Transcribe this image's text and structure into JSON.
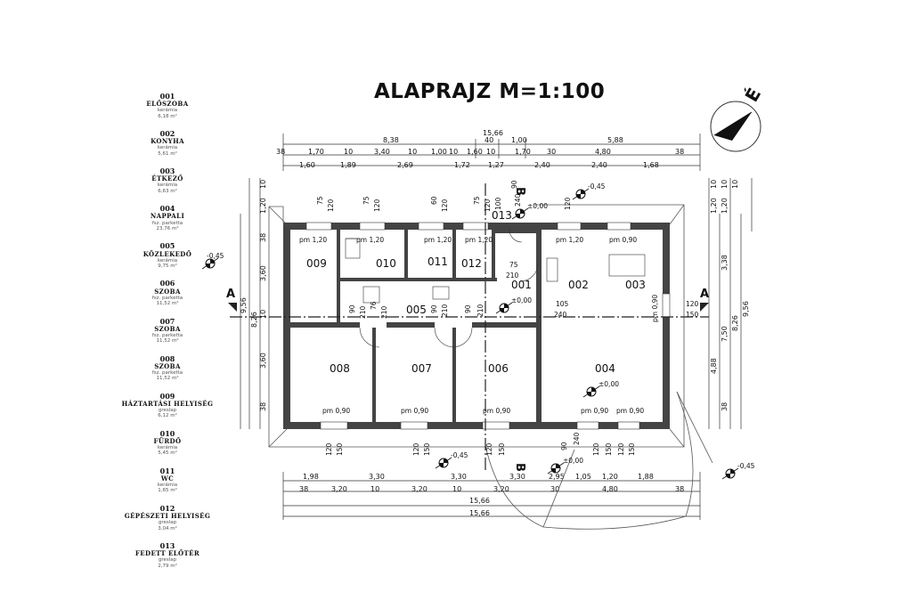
{
  "title": "ALAPRAJZ M=1:100",
  "north_label": "É",
  "section_labels": {
    "a": "A",
    "b": "B"
  },
  "legend": [
    {
      "num": "001",
      "name": "ELŐSZOBA",
      "floor": "kerámia",
      "area": "6,18 m²"
    },
    {
      "num": "002",
      "name": "KONYHA",
      "floor": "kerámia",
      "area": "5,61 m²"
    },
    {
      "num": "003",
      "name": "ÉTKEZŐ",
      "floor": "kerámia",
      "area": "6,63 m²"
    },
    {
      "num": "004",
      "name": "NAPPALI",
      "floor": "fsz. parketta",
      "area": "23,76 m²"
    },
    {
      "num": "005",
      "name": "KÖZLEKEDŐ",
      "floor": "kerámia",
      "area": "9,75 m²"
    },
    {
      "num": "006",
      "name": "SZOBA",
      "floor": "fsz. parketta",
      "area": "11,52 m²"
    },
    {
      "num": "007",
      "name": "SZOBA",
      "floor": "fsz. parketta",
      "area": "11,52 m²"
    },
    {
      "num": "008",
      "name": "SZOBA",
      "floor": "fsz. parketta",
      "area": "11,52 m²"
    },
    {
      "num": "009",
      "name": "HÁZTARTÁSI HELYISÉG",
      "floor": "greslap",
      "area": "6,12 m²"
    },
    {
      "num": "010",
      "name": "FÜRDŐ",
      "floor": "kerámia",
      "area": "5,45 m²"
    },
    {
      "num": "011",
      "name": "WC",
      "floor": "kerámia",
      "area": "1,65 m²"
    },
    {
      "num": "012",
      "name": "GÉPÉSZETI HELYISÉG",
      "floor": "greslap",
      "area": "3,04 m²"
    },
    {
      "num": "013",
      "name": "FEDETT ELŐTÉR",
      "floor": "greslap",
      "area": "2,79 m²"
    }
  ],
  "rooms": {
    "r001": "001",
    "r002": "002",
    "r003": "003",
    "r004": "004",
    "r005": "005",
    "r006": "006",
    "r007": "007",
    "r008": "008",
    "r009": "009",
    "r010": "010",
    "r011": "011",
    "r012": "012",
    "r013": "013"
  },
  "top_dims": {
    "total": "15,66",
    "row1": [
      "8,38",
      "40",
      "1,00",
      "5,88"
    ],
    "row2": [
      "38",
      "1,70",
      "10",
      "3,40",
      "10",
      "1,00",
      "10",
      "1,60",
      "10",
      "1,70",
      "30",
      "4,80",
      "38"
    ],
    "row3": [
      "1,60",
      "1,89",
      "2,69",
      "1,72",
      "1,27",
      "2,40",
      "2,40",
      "1,68"
    ]
  },
  "bottom_dims": {
    "row1": [
      "1,98",
      "3,30",
      "3,30",
      "3,30",
      "2,95",
      "1,05",
      "1,20",
      "1,88"
    ],
    "row2": [
      "38",
      "3,20",
      "10",
      "3,20",
      "10",
      "3,20",
      "30",
      "4,80",
      "38"
    ],
    "total1": "15,66",
    "total2": "15,66"
  },
  "left_dims": {
    "col_a": [
      "10",
      "1,20",
      "38",
      "3,60",
      "10",
      "3,60",
      "38"
    ],
    "col_b": "8,26",
    "col_c": "9,56"
  },
  "right_dims": {
    "col_a": [
      "10",
      "1,20",
      "10"
    ],
    "col_b": [
      "3,38",
      "7,50",
      "4,88",
      "38"
    ],
    "col_c": "8,26",
    "col_d": "9,56",
    "col_e": [
      "1,20",
      "10"
    ]
  },
  "levels": {
    "lvl_left": "-0,45",
    "lvl_top": "-0,45",
    "lvl_013": "±0,00",
    "lvl_005": "±0,00",
    "lvl_004": "±0,00",
    "lvl_bottom_mid": "-0,45",
    "lvl_bottom_center": "±0,00",
    "lvl_bottom_right": "-0,45"
  },
  "openings": {
    "pm009": "pm 1,20",
    "pm010": "pm 1,20",
    "pm011": "pm 1,20",
    "pm012": "pm 1,20",
    "pm002": "pm 1,20",
    "pm003": "pm 0,90",
    "pm008": "pm 0,90",
    "pm007": "pm 0,90",
    "pm006": "pm 0,90",
    "pm004a": "pm 0,90",
    "pm004b": "pm 0,90",
    "pm004c": "pm 0,90"
  },
  "door_dims": {
    "d75a": "75",
    "d120a": "120",
    "d75b": "75",
    "d120b": "120",
    "d60": "60",
    "d120c": "120",
    "d75c": "75",
    "d120d": "120",
    "d100": "100",
    "d240": "240",
    "d90": "90",
    "d120e": "120",
    "d75_001": "75",
    "d210_001": "210",
    "d105": "105",
    "d240b": "240",
    "d90v": "90",
    "d210v": "210",
    "d76": "76",
    "d210v2": "210",
    "d90v2": "90",
    "d210v3": "210",
    "d90v3": "90",
    "d210v4": "210",
    "d120r": "120",
    "d150r": "150",
    "b120a": "120",
    "b150a": "150",
    "b120b": "120",
    "b150b": "150",
    "b120c": "120",
    "b150c": "150",
    "b90": "90",
    "b240": "240",
    "b120d": "120",
    "b150d": "150",
    "b120e": "120",
    "b150e": "150"
  }
}
